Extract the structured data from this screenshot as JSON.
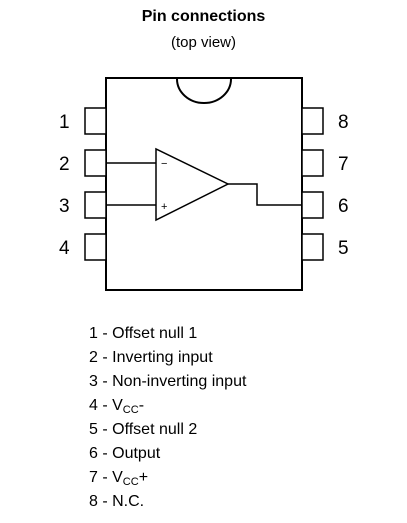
{
  "title": "Pin connections",
  "subtitle": "(top view)",
  "pins_left": [
    {
      "number": "1"
    },
    {
      "number": "2"
    },
    {
      "number": "3"
    },
    {
      "number": "4"
    }
  ],
  "pins_right": [
    {
      "number": "8"
    },
    {
      "number": "7"
    },
    {
      "number": "6"
    },
    {
      "number": "5"
    }
  ],
  "opamp": {
    "inverting_sign": "−",
    "noninverting_sign": "+"
  },
  "legend": [
    {
      "prefix": "1 - ",
      "label": "Offset null 1",
      "sub": "",
      "suffix": ""
    },
    {
      "prefix": "2 - ",
      "label": "Inverting input",
      "sub": "",
      "suffix": ""
    },
    {
      "prefix": "3 - ",
      "label": "Non-inverting input",
      "sub": "",
      "suffix": ""
    },
    {
      "prefix": "4 - ",
      "label": "V",
      "sub": "CC",
      "suffix": "-"
    },
    {
      "prefix": "5 - ",
      "label": "Offset null 2",
      "sub": "",
      "suffix": ""
    },
    {
      "prefix": "6 - ",
      "label": "Output",
      "sub": "",
      "suffix": ""
    },
    {
      "prefix": "7 - ",
      "label": "V",
      "sub": "CC",
      "suffix": "+"
    },
    {
      "prefix": "8 - ",
      "label": "N.C.",
      "sub": "",
      "suffix": ""
    }
  ]
}
